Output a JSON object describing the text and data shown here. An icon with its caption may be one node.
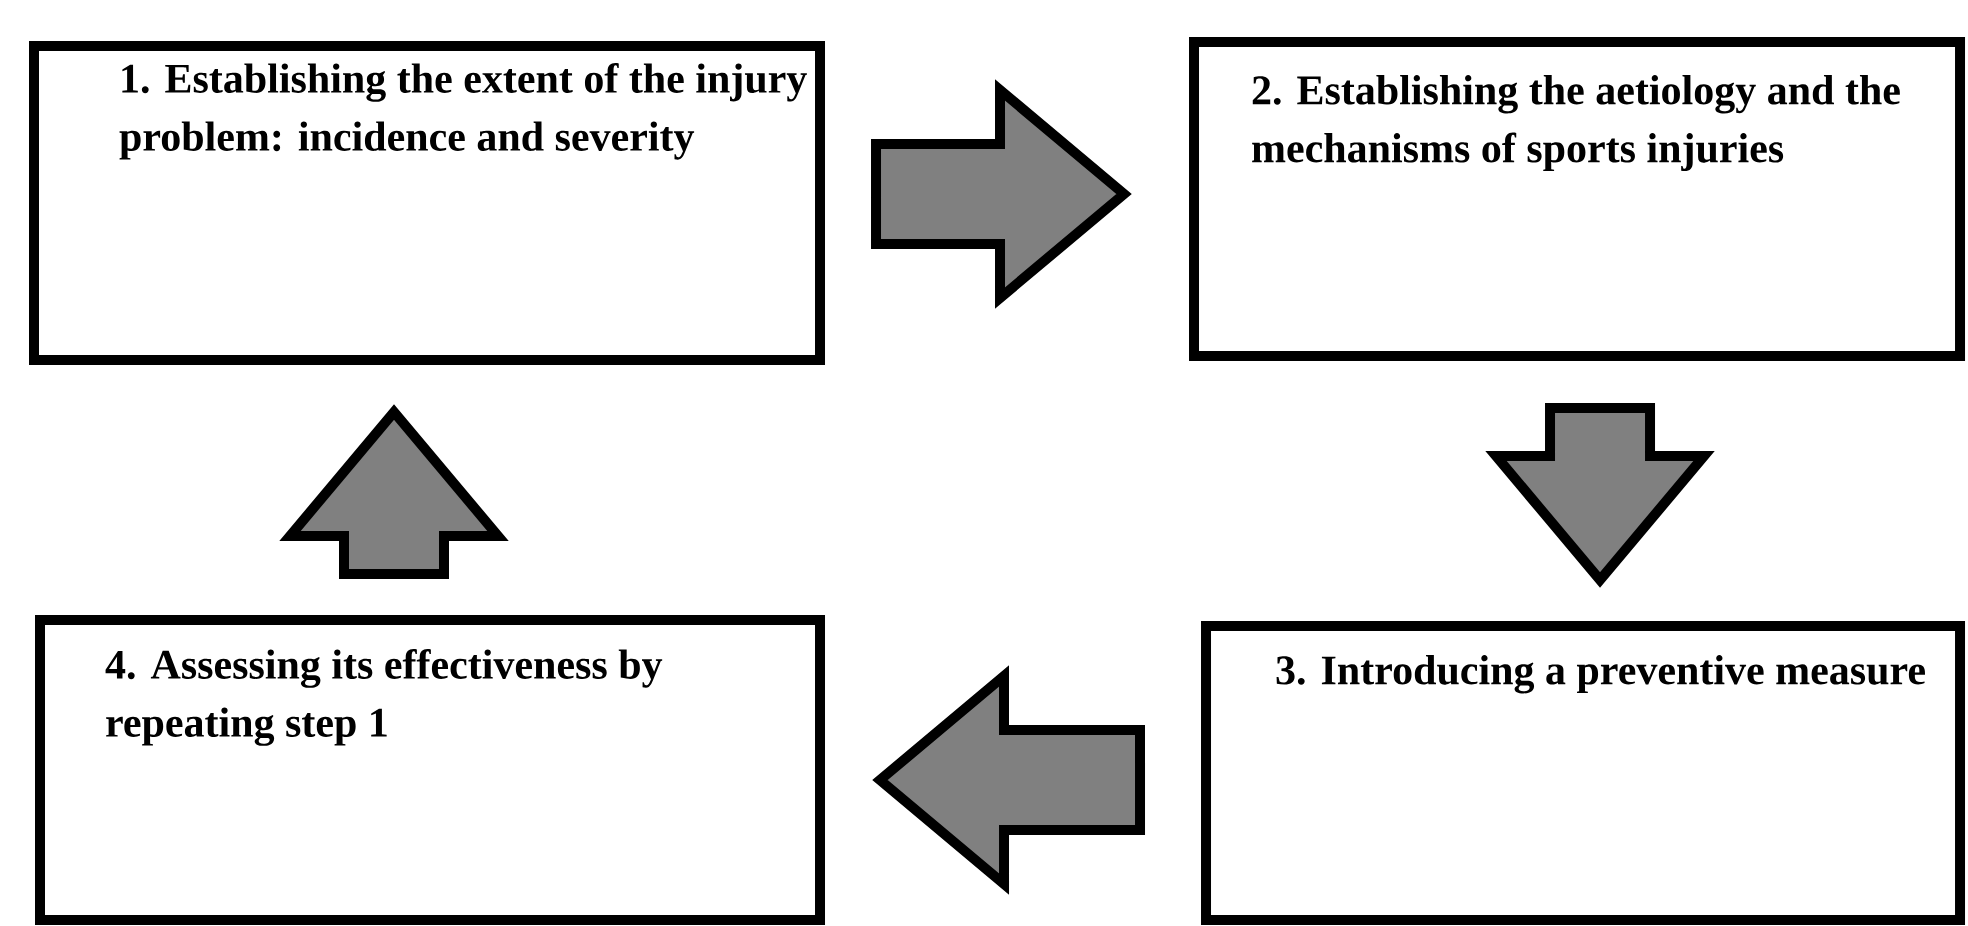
{
  "diagram": {
    "nodes": [
      {
        "text": [
          "1. Establishing the extent of the injury problem: incidence and severity"
        ]
      },
      {
        "text": [
          "2. Establishing the aetiology and the mechanisms of sports injuries"
        ]
      },
      {
        "text": [
          "3. Introducing a preventive measure"
        ]
      },
      {
        "text": [
          "4. Assessing its effectiveness by repeating step 1"
        ]
      }
    ],
    "edges": [
      {
        "from": 0,
        "to": 1,
        "arrow": "to"
      },
      {
        "from": 1,
        "to": 2,
        "arrow": "to"
      },
      {
        "from": 2,
        "to": 3,
        "arrow": "to"
      },
      {
        "from": 3,
        "to": 0,
        "arrow": "to"
      }
    ]
  }
}
